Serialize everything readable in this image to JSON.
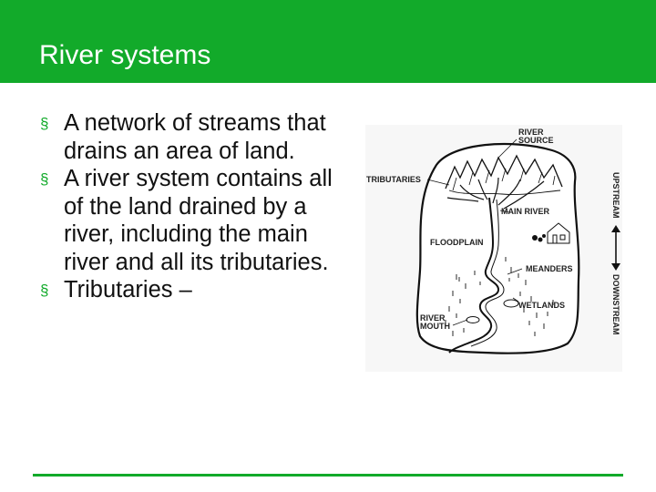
{
  "slide": {
    "title": "River systems",
    "bullets": [
      "A network of streams that drains an area of land.",
      "A river system contains all of the land drained by a river, including the main river and all its tributaries.",
      "Tributaries –"
    ],
    "bullet_marker": "§"
  },
  "diagram": {
    "labels": {
      "river_source": [
        "RIVER",
        "SOURCE"
      ],
      "tributaries": "TRIBUTARIES",
      "main_river": "MAIN RIVER",
      "floodplain": "FLOODPLAIN",
      "meanders": "MEANDERS",
      "wetlands": "WETLANDS",
      "river_mouth": [
        "RIVER",
        "MOUTH"
      ],
      "upstream": "UPSTREAM",
      "downstream": "DOWNSTREAM"
    }
  },
  "theme": {
    "accent": "#12aa2a",
    "title_text": "#ffffff",
    "body_text": "#111111"
  }
}
